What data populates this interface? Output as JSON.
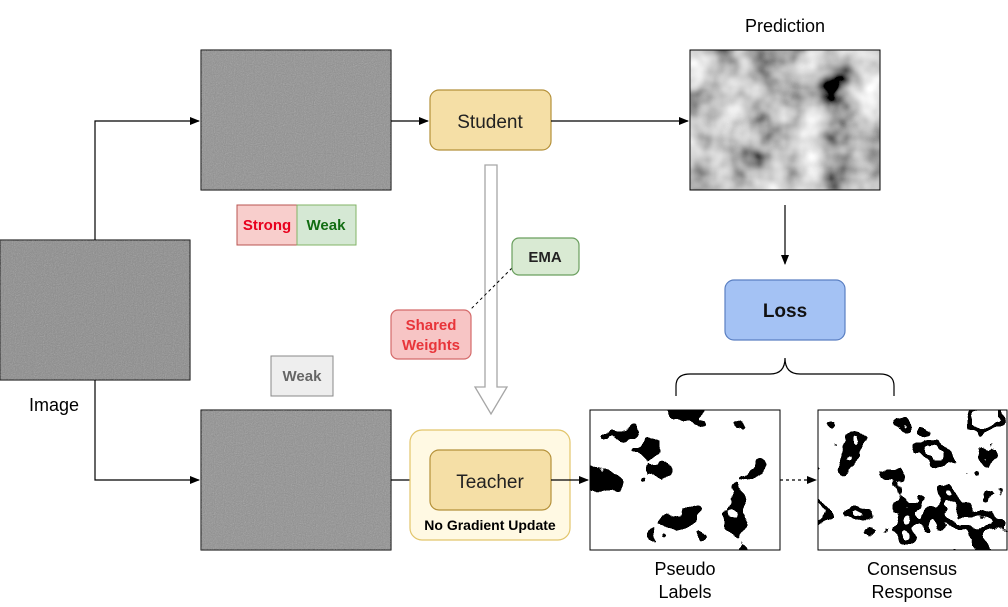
{
  "labels": {
    "image": "Image",
    "prediction": "Prediction",
    "pseudo_labels_line1": "Pseudo",
    "pseudo_labels_line2": "Labels",
    "consensus_line1": "Consensus",
    "consensus_line2": "Response",
    "no_gradient": "No Gradient Update"
  },
  "nodes": {
    "student": "Student",
    "teacher": "Teacher",
    "loss": "Loss",
    "ema": "EMA",
    "shared_weights_line1": "Shared",
    "shared_weights_line2": "Weights"
  },
  "augment_tags": {
    "strong": "Strong",
    "weak_top": "Weak",
    "weak_bottom": "Weak"
  },
  "colors": {
    "node_fill": "#f5dfa6",
    "node_stroke": "#b5913a",
    "loss_fill": "#a4c2f4",
    "loss_stroke": "#5a7fc2",
    "ema_fill": "#d9ead3",
    "ema_stroke": "#6a9f5e",
    "shared_fill": "#f7c5c5",
    "shared_stroke": "#d46a6a",
    "shared_text": "#e8353a",
    "strong_text": "#e8001d",
    "weak_green_text": "#126d12",
    "weak_gray_fill": "#eeeeee",
    "teacher_frame_fill": "#fff9e3",
    "teacher_frame_stroke": "#e2c56b"
  }
}
